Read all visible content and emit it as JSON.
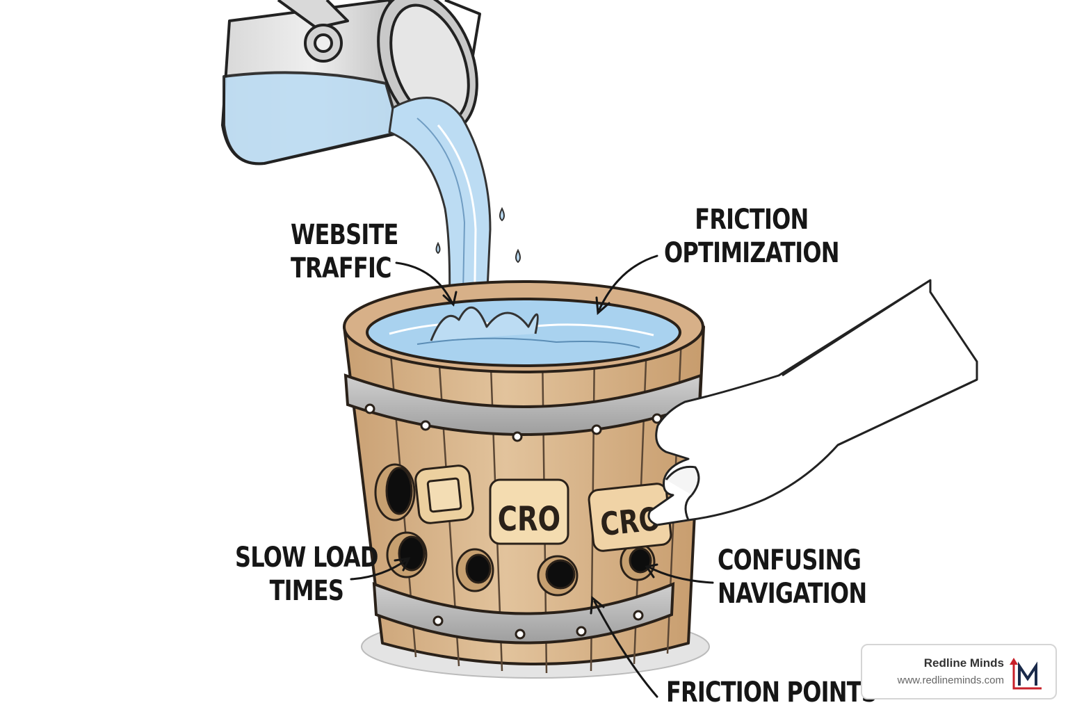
{
  "labels": {
    "website_traffic": "WEBSITE\nTRAFFIC",
    "friction_optimization": "FRICTION\nOPTIMIZATION",
    "slow_load_times": "SLOW LOAD\nTIMES",
    "confusing_navigation": "CONFUSING\nNAVIGATION",
    "friction_points": "FRICTION POINTS"
  },
  "patches": {
    "center": "CRO",
    "right": "CRO"
  },
  "branding": {
    "name": "Redline Minds",
    "url": "www.redlineminds.com"
  },
  "colors": {
    "water": "#bcdcf3",
    "wood": "#dcb68c",
    "band": "#b5b5b5",
    "brand_red": "#c8202a"
  }
}
